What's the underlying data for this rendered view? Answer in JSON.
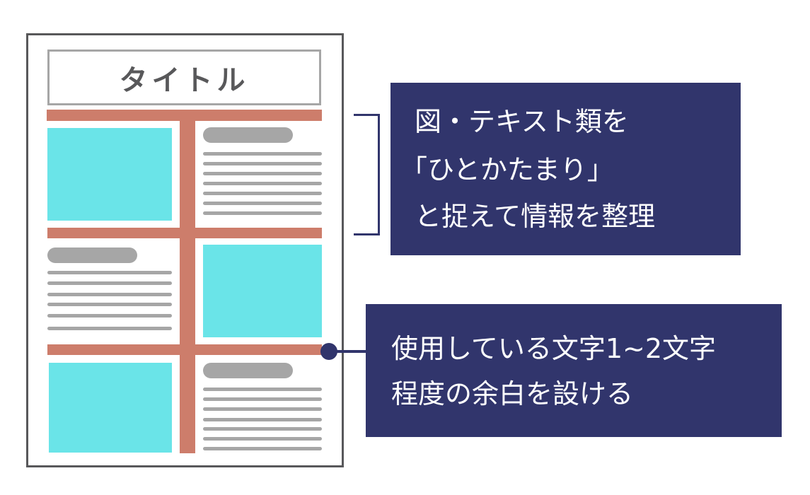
{
  "document": {
    "title": "タイトル"
  },
  "callouts": [
    {
      "lines": [
        "図・テキスト類を",
        "「ひとかたまり」",
        "と捉えて情報を整理"
      ]
    },
    {
      "lines": [
        "使用している文字1~2文字",
        "程度の余白を設ける"
      ]
    }
  ],
  "colors": {
    "navy": "#31356c",
    "gutter": "#cd7d6b",
    "image_block": "#6ae4e8",
    "text_block": "#a6a6a6",
    "border": "#58585a"
  }
}
